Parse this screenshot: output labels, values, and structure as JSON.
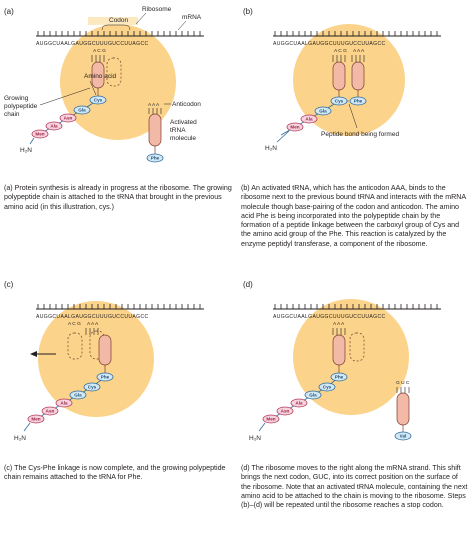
{
  "colors": {
    "ribosome": "#fbd38a",
    "ribosome_glow": "#fde9bf",
    "trna_fill": "#f2b9a6",
    "trna_stroke": "#7a3b2e",
    "aa_blue_fill": "#d3e8f5",
    "aa_blue_stroke": "#2d6a9a",
    "aa_pink_fill": "#f7d3de",
    "aa_pink_stroke": "#b4375a",
    "mrna": "#231f20"
  },
  "mrna_sequence": "AUGGCUAALGAUGGCUUUGUCCUUAGCC",
  "mrna_label": "mRNA",
  "ribosome_label": "Ribosome",
  "codon_label": "Codon",
  "amino_acids": {
    "cys": "Cys",
    "phe": "Phe",
    "gla": "Gla",
    "asn": "Asn",
    "ala": "Ala",
    "men": "Men",
    "val": "Val"
  },
  "n_terminus": "H₂N",
  "panels": [
    {
      "label": "(a)",
      "anticodon_bound": "A C G",
      "anticodon_incoming": "A A A",
      "annotations": {
        "amino_acid": "Amino acid",
        "growing_chain_1": "Growing",
        "growing_chain_2": "polypeptide",
        "growing_chain_3": "chain",
        "anticodon": "Anticodon",
        "activated_1": "Activated",
        "activated_2": "tRNA",
        "activated_3": "molecule"
      },
      "caption": "(a) Protein synthesis is already in progress at the ribosome. The growing polypeptide chain is attached to the tRNA that brought in the previous amino acid (in this illustration, cys.)"
    },
    {
      "label": "(b)",
      "anticodon_bound": "A C G",
      "anticodon_incoming": "A A A",
      "annotations": {
        "peptide_bond": "Peptide bond being formed"
      },
      "caption": "(b) An activated tRNA, which has the anticodon AAA, binds to the ribosome next to the previous bound tRNA and interacts with the mRNA molecule though base-pairing of the codon and anticodon. The amino acid Phe is being incorporated into the polypeptide chain by the formation of a peptide linkage between the carboxyl group of Cys and the amino acid group of the Phe. This reaction is catalyzed by the enzyme peptidyl transferase, a component of the ribosome."
    },
    {
      "label": "(c)",
      "anticodon_bound": "A C G",
      "anticodon_incoming": "A A A",
      "caption": "(c) The Cys-Phe linkage is now complete, and the growing polypeptide chain remains attached to the tRNA for Phe."
    },
    {
      "label": "(d)",
      "anticodon_bound": "A A A",
      "anticodon_incoming": "G U C",
      "caption": "(d) The ribosome moves to the right along the mRNA strand. This shift brings the next codon, GUC, into its correct position on the surface of the ribosome. Note that an activated tRNA molecule, containing the next amino acid to be attached to the chain is moving to the ribosome. Steps (b)–(d) will be repeated until the ribosome reaches a stop codon."
    }
  ]
}
